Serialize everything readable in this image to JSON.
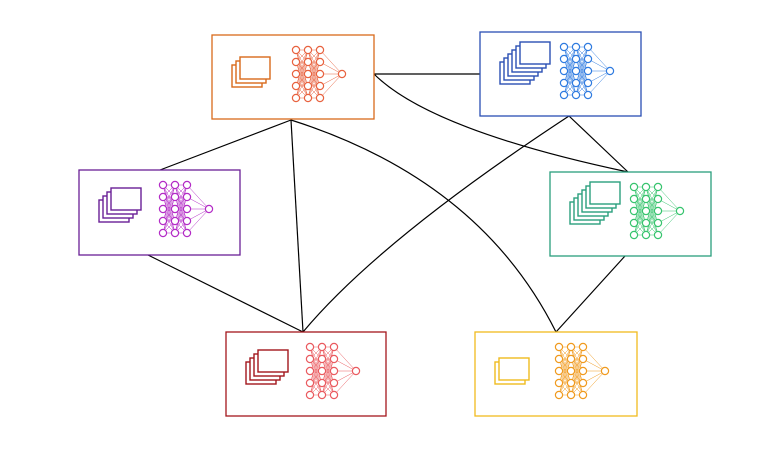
{
  "diagram": {
    "nodes": [
      {
        "id": "orange",
        "color": "#d96a1b",
        "net_color": "#e8623f",
        "stack_count": 3
      },
      {
        "id": "blue",
        "color": "#2a4fb4",
        "net_color": "#2f7be0",
        "stack_count": 6
      },
      {
        "id": "purple",
        "color": "#6a1f96",
        "net_color": "#b32bc6",
        "stack_count": 4
      },
      {
        "id": "green",
        "color": "#2a9f7d",
        "net_color": "#37c46e",
        "stack_count": 6
      },
      {
        "id": "red",
        "color": "#a3161c",
        "net_color": "#ea5a5f",
        "stack_count": 4
      },
      {
        "id": "yellow",
        "color": "#f0bb1e",
        "net_color": "#f09a1e",
        "stack_count": 2
      }
    ],
    "edges": [
      {
        "from": "orange",
        "to": "blue",
        "style": "straight"
      },
      {
        "from": "orange",
        "to": "green",
        "style": "curve"
      },
      {
        "from": "orange",
        "to": "purple",
        "style": "straight"
      },
      {
        "from": "orange",
        "to": "red",
        "style": "straight"
      },
      {
        "from": "orange",
        "to": "yellow",
        "style": "curve"
      },
      {
        "from": "blue",
        "to": "red",
        "style": "curve"
      },
      {
        "from": "blue",
        "to": "green",
        "style": "straight"
      },
      {
        "from": "purple",
        "to": "red",
        "style": "straight"
      },
      {
        "from": "green",
        "to": "yellow",
        "style": "straight"
      }
    ]
  }
}
